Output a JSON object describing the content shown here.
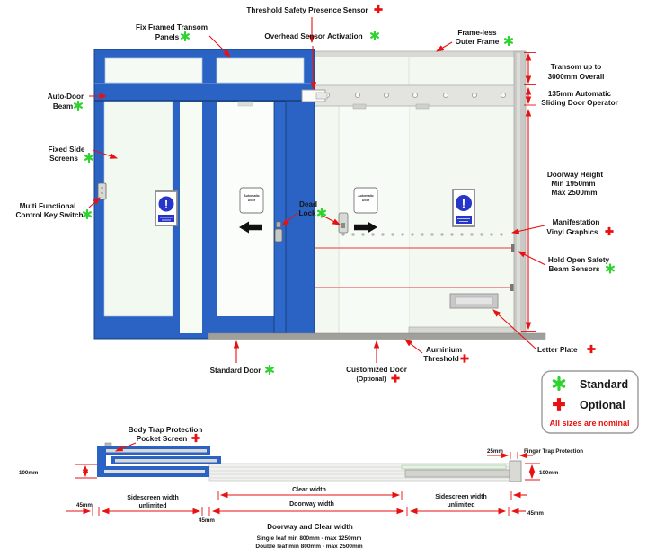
{
  "colors": {
    "frame_blue": "#2b63c4",
    "annotation_red": "#e81111",
    "standard_green": "#2fd32f",
    "glass_green": "#f2f9f0",
    "operator_gray": "#e3e3df",
    "beam_red": "#f07878",
    "sign_blue": "#2536c8"
  },
  "elevation": {
    "threshold_sensor": "Threshold Safety Presence Sensor",
    "overhead_sensor": "Overhead Sensor Activation",
    "fix_framed": [
      "Fix Framed Transom",
      "Panels"
    ],
    "auto_door_beam": [
      "Auto-Door",
      "Beam"
    ],
    "fixed_side_screens": [
      "Fixed Side",
      "Screens"
    ],
    "multi_key": [
      "Multi Functional",
      "Control Key Switch"
    ],
    "dead_lock": [
      "Dead",
      "Lock"
    ],
    "frameless": [
      "Frame-less",
      "Outer Frame"
    ],
    "transom": [
      "Transom up to",
      "3000mm Overall"
    ],
    "operator": [
      "135mm Automatic",
      "Sliding Door Operator"
    ],
    "doorway_height": [
      "Doorway Height",
      "Min 1950mm",
      "Max 2500mm"
    ],
    "manifestation": [
      "Manifestation",
      "Vinyl Graphics"
    ],
    "hold_open": [
      "Hold Open Safety",
      "Beam Sensors"
    ],
    "letter_plate": "Letter Plate",
    "threshold": [
      "Auminium",
      "Threshold"
    ],
    "customized_door": [
      "Customized Door",
      "(Optional)"
    ],
    "standard_door": "Standard Door",
    "door_sign": [
      "Automatic",
      "Door"
    ],
    "exclamation": "!"
  },
  "legend": {
    "standard": "Standard",
    "optional": "Optional",
    "note": "All sizes are nominal"
  },
  "plan": {
    "body_trap": [
      "Body Trap Protection",
      "Pocket Screen"
    ],
    "finger_trap": "Finger Trap Protection",
    "sidescreen": [
      "Sidescreen width",
      "unlimited"
    ],
    "clear_width": "Clear width",
    "doorway_width": "Doorway width",
    "title": "Doorway and Clear width",
    "single_leaf": "Single leaf min 800mm - max 1250mm",
    "double_leaf": "Double leaf min 800mm - max 2500mm",
    "dim_100": "100mm",
    "dim_45": "45mm",
    "dim_25": "25mm"
  }
}
